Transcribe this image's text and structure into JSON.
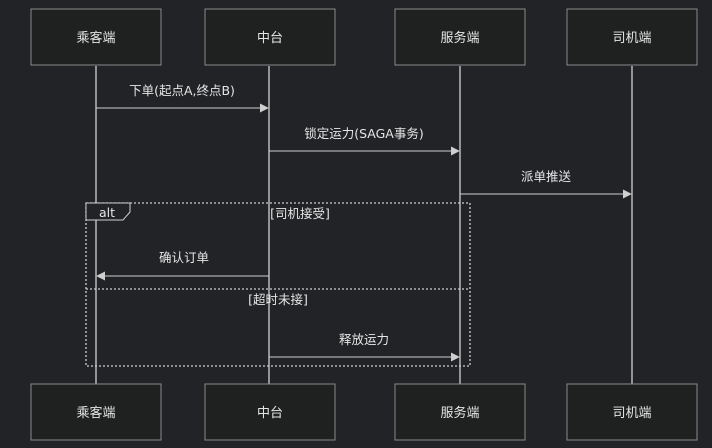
{
  "actors": [
    {
      "id": "passenger",
      "label": "乘客端"
    },
    {
      "id": "middle",
      "label": "中台"
    },
    {
      "id": "service",
      "label": "服务端"
    },
    {
      "id": "driver",
      "label": "司机端"
    }
  ],
  "messages": [
    {
      "from": "passenger",
      "to": "middle",
      "label": "下单(起点A,终点B)"
    },
    {
      "from": "middle",
      "to": "service",
      "label": "锁定运力(SAGA事务)"
    },
    {
      "from": "service",
      "to": "driver",
      "label": "派单推送"
    },
    {
      "from": "middle",
      "to": "passenger",
      "label": "确认订单"
    },
    {
      "from": "middle",
      "to": "service",
      "label": "释放运力"
    }
  ],
  "alt_frame": {
    "keyword": "alt",
    "condition_1": "[司机接受]",
    "condition_2": "[超时未接]"
  },
  "colors": {
    "background": "#222326",
    "box_fill": "#1f2020",
    "box_stroke": "#8a8a8a",
    "line": "#cfcfcf",
    "text": "#e6e6e6"
  }
}
